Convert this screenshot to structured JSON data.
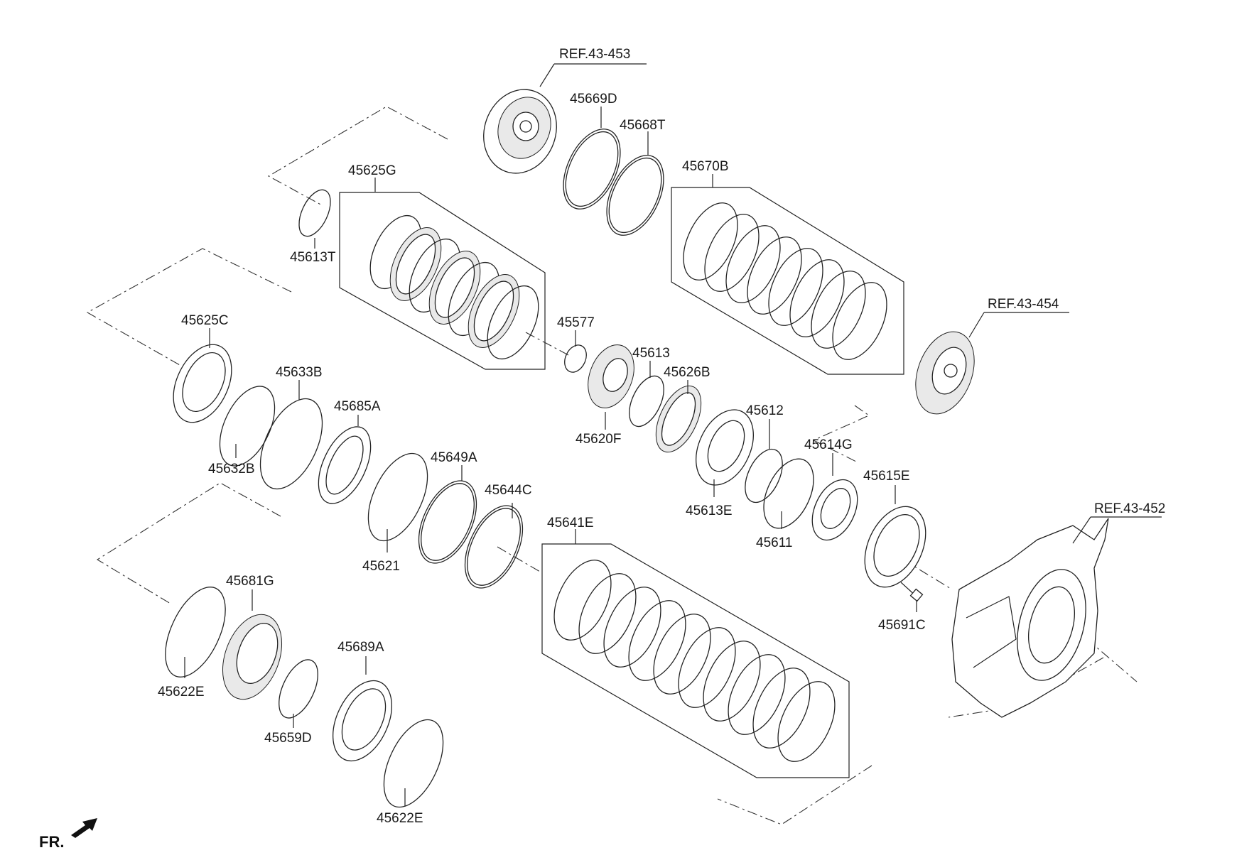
{
  "diagram": {
    "fr_label": "FR.",
    "refs": {
      "ref_453": "REF.43-453",
      "ref_454": "REF.43-454",
      "ref_452": "REF.43-452"
    },
    "parts": {
      "p45669D": "45669D",
      "p45668T": "45668T",
      "p45625G": "45625G",
      "p45670B": "45670B",
      "p45613T": "45613T",
      "p45625C": "45625C",
      "p45577": "45577",
      "p45613": "45613",
      "p45626B": "45626B",
      "p45633B": "45633B",
      "p45685A": "45685A",
      "p45620F": "45620F",
      "p45612": "45612",
      "p45614G": "45614G",
      "p45632B": "45632B",
      "p45649A": "45649A",
      "p45644C": "45644C",
      "p45615E": "45615E",
      "p45613E": "45613E",
      "p45641E": "45641E",
      "p45611": "45611",
      "p45621": "45621",
      "p45681G": "45681G",
      "p45691C": "45691C",
      "p45689A": "45689A",
      "p45622E_a": "45622E",
      "p45659D": "45659D",
      "p45622E_b": "45622E"
    }
  }
}
